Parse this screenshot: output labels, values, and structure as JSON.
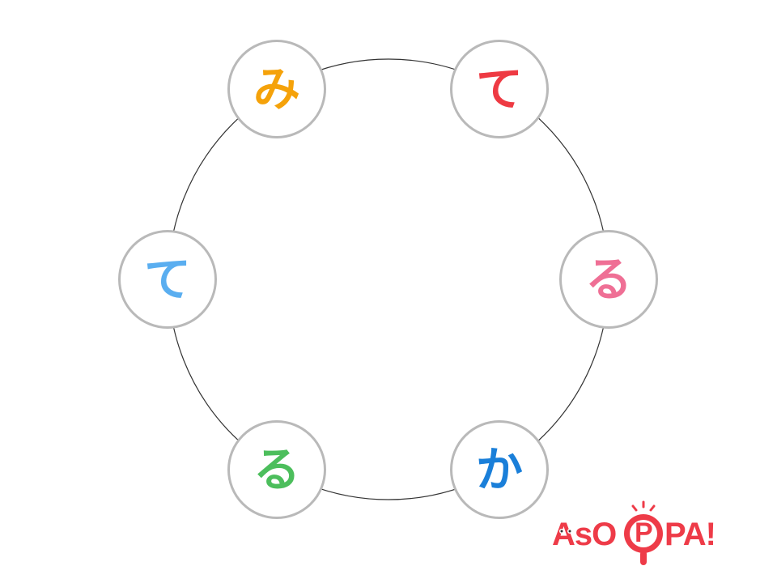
{
  "ring": {
    "nodes": [
      {
        "id": "top-left",
        "char": "み",
        "color": "#f5a20a"
      },
      {
        "id": "top-right",
        "char": "て",
        "color": "#ee3a43"
      },
      {
        "id": "right",
        "char": "る",
        "color": "#ef6f95"
      },
      {
        "id": "bottom-right",
        "char": "か",
        "color": "#1a7fd9"
      },
      {
        "id": "bottom-left",
        "char": "る",
        "color": "#4cbe5c"
      },
      {
        "id": "left",
        "char": "て",
        "color": "#5aaef0"
      }
    ]
  },
  "logo": {
    "prefix": "AsO",
    "badge": "P",
    "suffix": "PA!",
    "color": "#ee3b48"
  }
}
